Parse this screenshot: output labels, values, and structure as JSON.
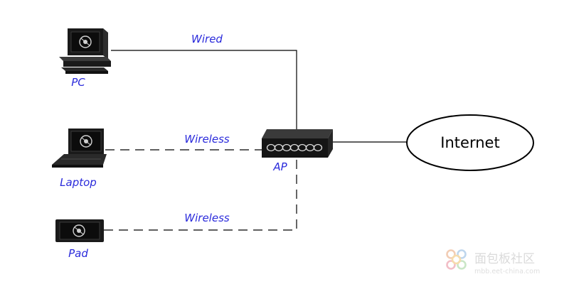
{
  "labels": {
    "pc": "PC",
    "laptop": "Laptop",
    "pad": "Pad",
    "ap": "AP",
    "internet": "Internet"
  },
  "links": {
    "pc": "Wired",
    "laptop": "Wireless",
    "pad": "Wireless"
  },
  "watermark": {
    "title": "面包板社区",
    "url": "mbb.eet-china.com"
  },
  "colors": {
    "label": "#2a2adb",
    "line": "#000000",
    "watermark": "#c8c8c8"
  }
}
